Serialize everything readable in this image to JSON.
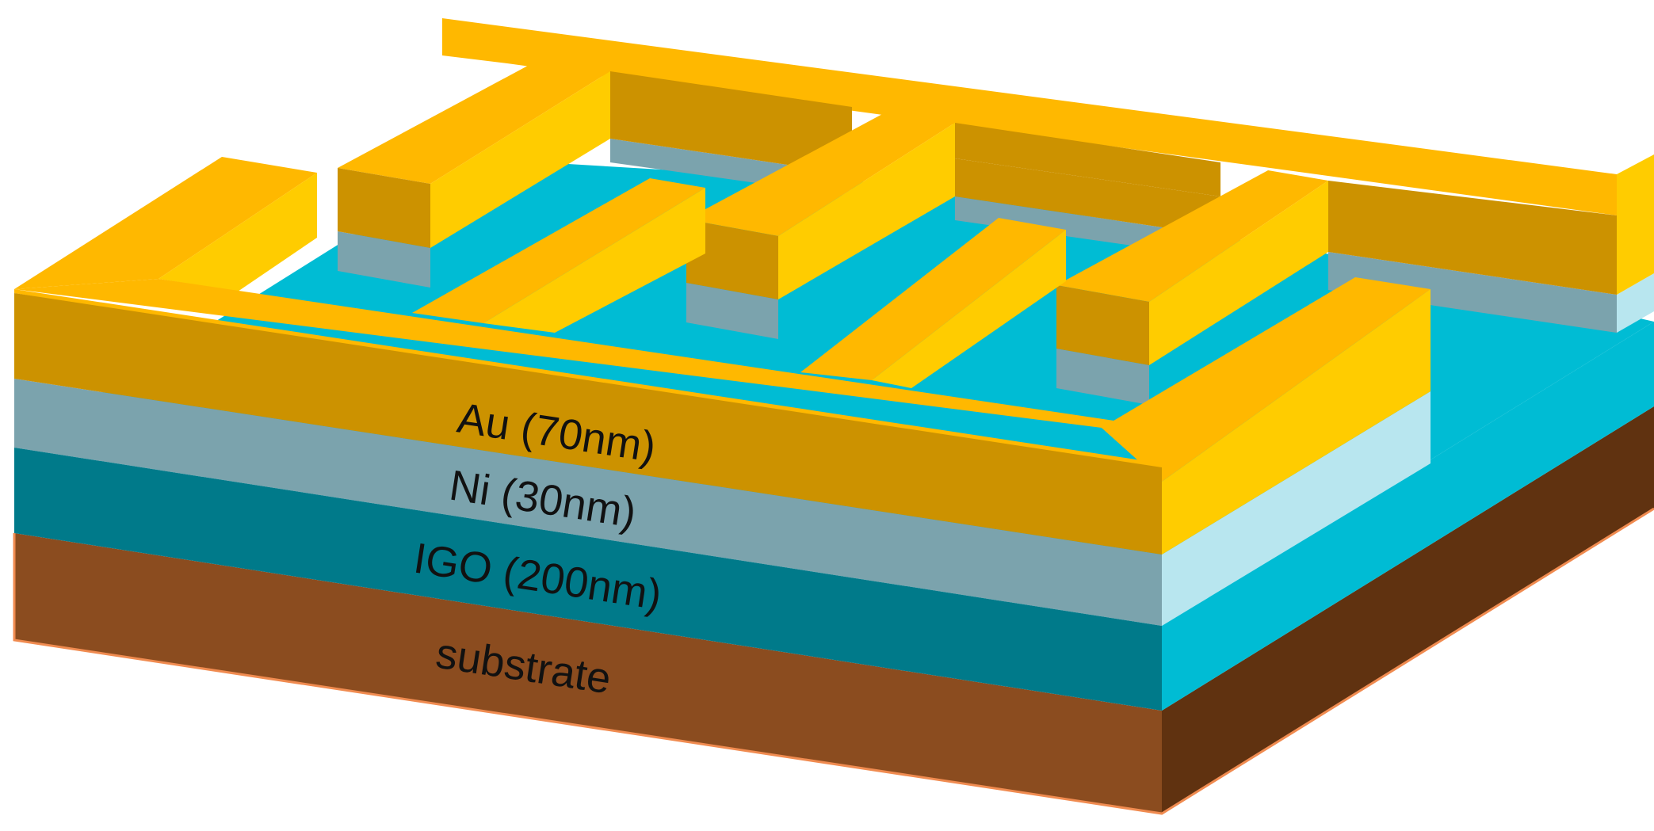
{
  "labels": {
    "au": "Au (70nm)",
    "ni": "Ni (30nm)",
    "igo": "IGO (200nm)",
    "substrate": "substrate"
  },
  "colors": {
    "au_front": "#CC9200",
    "au_top": "#FFB800",
    "au_side": "#FFCC00",
    "ni_front": "#7BA3AD",
    "ni_side": "#B8E6EF",
    "igo_front": "#007A8A",
    "igo_top": "#00BCD4",
    "substrate_front": "#8B4C1F",
    "substrate_side": "#603210",
    "edge": "#F08B50"
  }
}
